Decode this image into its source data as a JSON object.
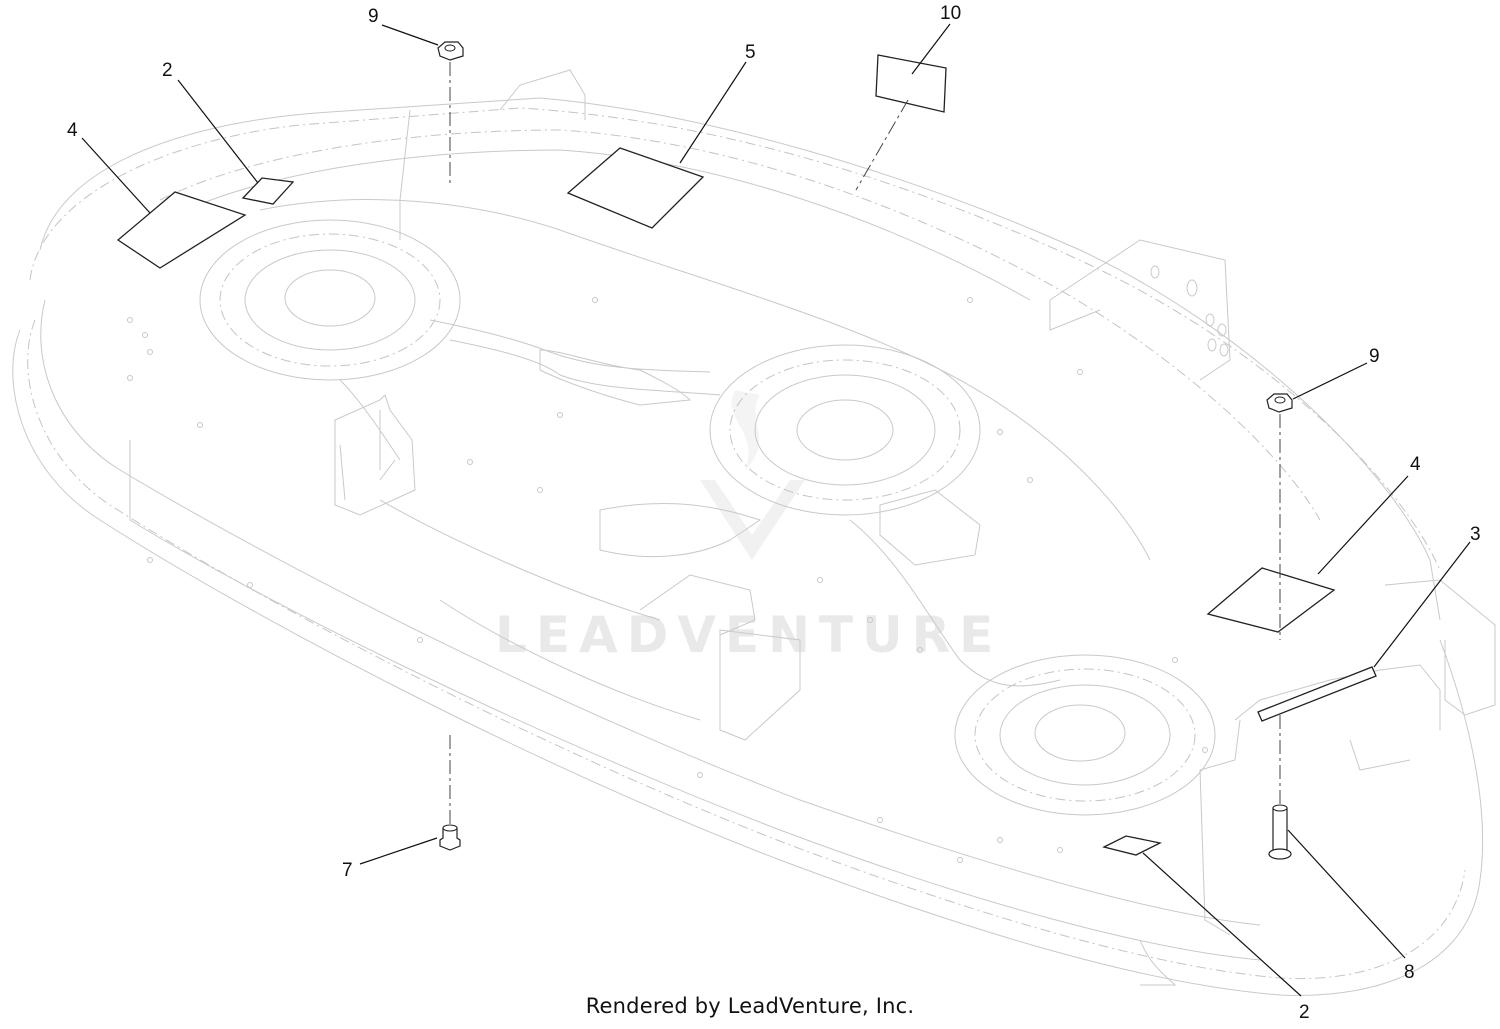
{
  "diagram": {
    "callouts": [
      {
        "id": "c-9a",
        "label": "9"
      },
      {
        "id": "c-2a",
        "label": "2"
      },
      {
        "id": "c-4a",
        "label": "4"
      },
      {
        "id": "c-5",
        "label": "5"
      },
      {
        "id": "c-10",
        "label": "10"
      },
      {
        "id": "c-9b",
        "label": "9"
      },
      {
        "id": "c-4b",
        "label": "4"
      },
      {
        "id": "c-3",
        "label": "3"
      },
      {
        "id": "c-7",
        "label": "7"
      },
      {
        "id": "c-8",
        "label": "8"
      },
      {
        "id": "c-2b",
        "label": "2"
      }
    ],
    "watermark": "LEADVENTURE",
    "footer": "Rendered by LeadVenture, Inc."
  }
}
